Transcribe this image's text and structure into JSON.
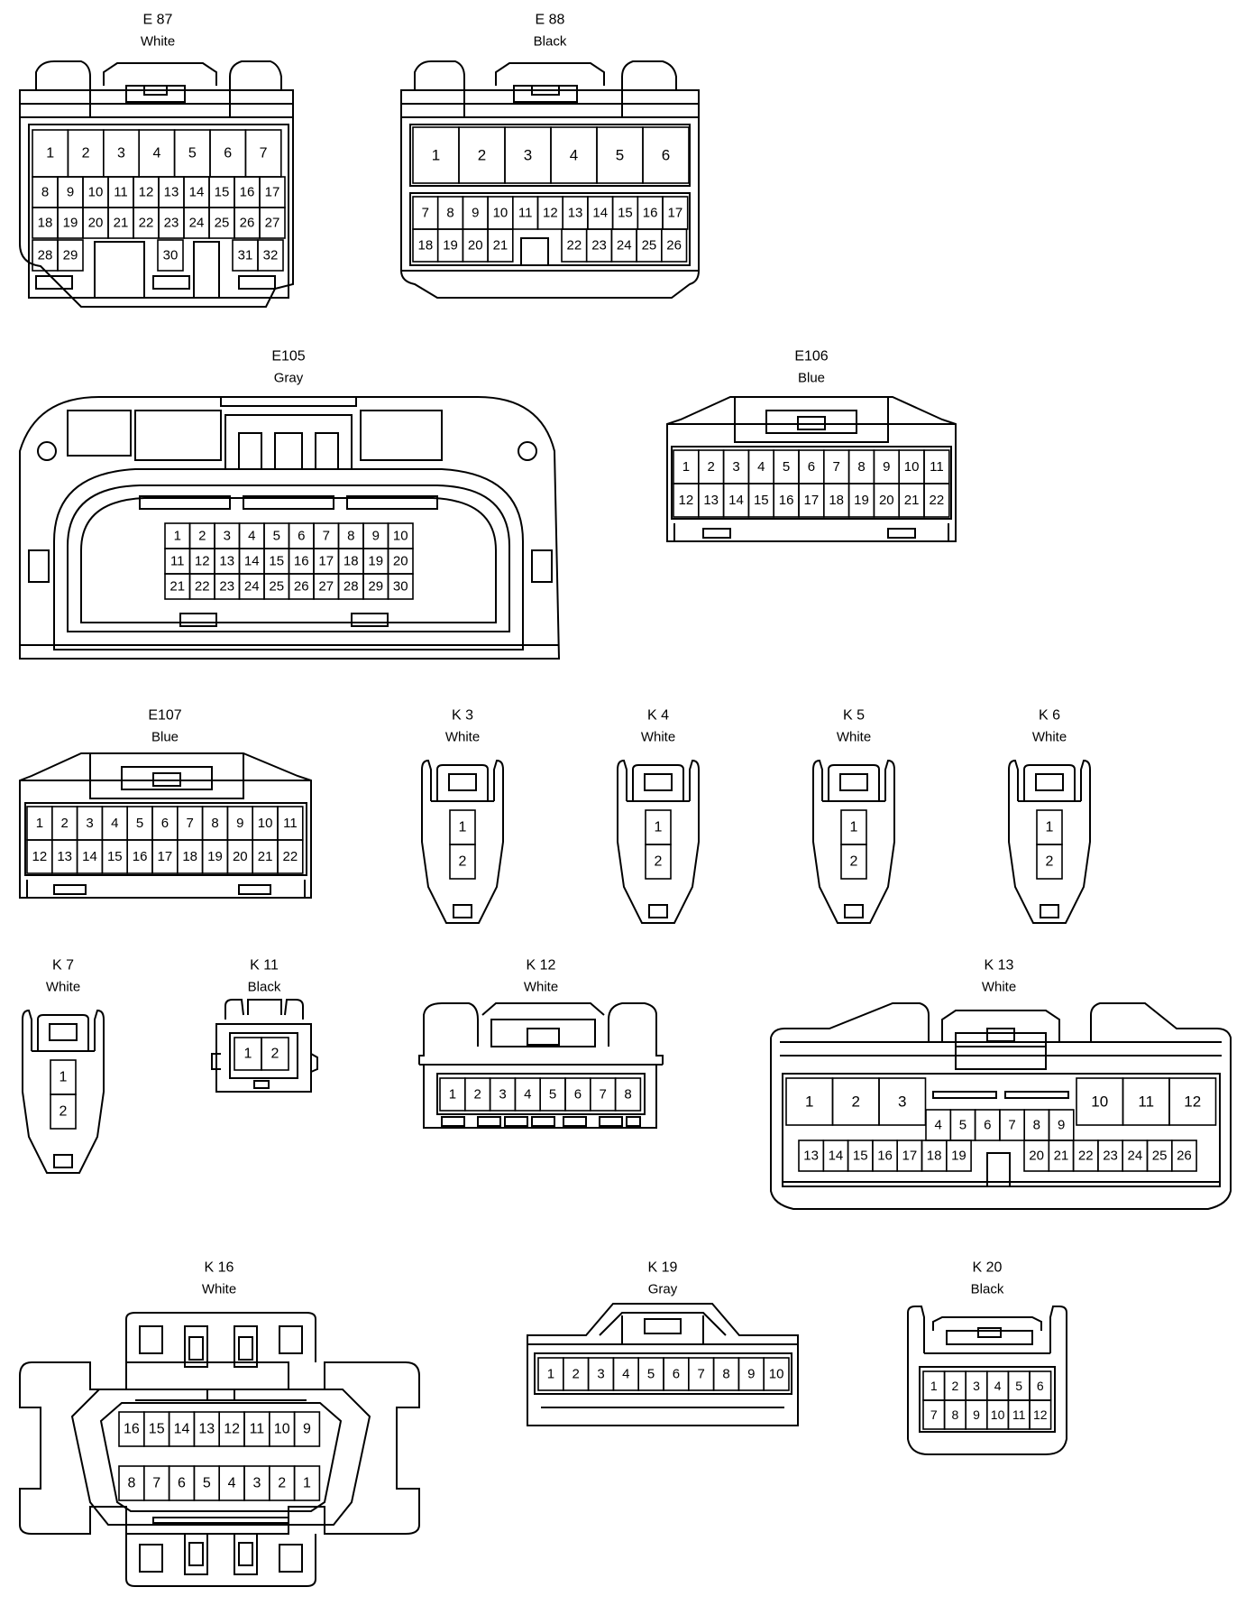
{
  "connectors": [
    {
      "id": "E87",
      "code": "E 87",
      "color": "White",
      "pin_rows": [
        [
          "1",
          "2",
          "3",
          "4",
          "5",
          "6",
          "7"
        ],
        [
          "8",
          "9",
          "10",
          "11",
          "12",
          "13",
          "14",
          "15",
          "16",
          "17"
        ],
        [
          "18",
          "19",
          "20",
          "21",
          "22",
          "23",
          "24",
          "25",
          "26",
          "27"
        ],
        [
          "28",
          "29",
          "30",
          "31",
          "32"
        ]
      ]
    },
    {
      "id": "E88",
      "code": "E 88",
      "color": "Black",
      "pin_rows": [
        [
          "1",
          "2",
          "3",
          "4",
          "5",
          "6"
        ],
        [
          "7",
          "8",
          "9",
          "10",
          "11",
          "12",
          "13",
          "14",
          "15",
          "16",
          "17"
        ],
        [
          "18",
          "19",
          "20",
          "21",
          "22",
          "23",
          "24",
          "25",
          "26"
        ]
      ]
    },
    {
      "id": "E105",
      "code": "E105",
      "color": "Gray",
      "pin_rows": [
        [
          "1",
          "2",
          "3",
          "4",
          "5",
          "6",
          "7",
          "8",
          "9",
          "10"
        ],
        [
          "11",
          "12",
          "13",
          "14",
          "15",
          "16",
          "17",
          "18",
          "19",
          "20"
        ],
        [
          "21",
          "22",
          "23",
          "24",
          "25",
          "26",
          "27",
          "28",
          "29",
          "30"
        ]
      ]
    },
    {
      "id": "E106",
      "code": "E106",
      "color": "Blue",
      "pin_rows": [
        [
          "1",
          "2",
          "3",
          "4",
          "5",
          "6",
          "7",
          "8",
          "9",
          "10",
          "11"
        ],
        [
          "12",
          "13",
          "14",
          "15",
          "16",
          "17",
          "18",
          "19",
          "20",
          "21",
          "22"
        ]
      ]
    },
    {
      "id": "E107",
      "code": "E107",
      "color": "Blue",
      "pin_rows": [
        [
          "1",
          "2",
          "3",
          "4",
          "5",
          "6",
          "7",
          "8",
          "9",
          "10",
          "11"
        ],
        [
          "12",
          "13",
          "14",
          "15",
          "16",
          "17",
          "18",
          "19",
          "20",
          "21",
          "22"
        ]
      ]
    },
    {
      "id": "K3",
      "code": "K 3",
      "color": "White",
      "pin_rows": [
        [
          "1"
        ],
        [
          "2"
        ]
      ]
    },
    {
      "id": "K4",
      "code": "K 4",
      "color": "White",
      "pin_rows": [
        [
          "1"
        ],
        [
          "2"
        ]
      ]
    },
    {
      "id": "K5",
      "code": "K 5",
      "color": "White",
      "pin_rows": [
        [
          "1"
        ],
        [
          "2"
        ]
      ]
    },
    {
      "id": "K6",
      "code": "K 6",
      "color": "White",
      "pin_rows": [
        [
          "1"
        ],
        [
          "2"
        ]
      ]
    },
    {
      "id": "K7",
      "code": "K 7",
      "color": "White",
      "pin_rows": [
        [
          "1"
        ],
        [
          "2"
        ]
      ]
    },
    {
      "id": "K11",
      "code": "K 11",
      "color": "Black",
      "pin_rows": [
        [
          "1",
          "2"
        ]
      ]
    },
    {
      "id": "K12",
      "code": "K 12",
      "color": "White",
      "pin_rows": [
        [
          "1",
          "2",
          "3",
          "4",
          "5",
          "6",
          "7",
          "8"
        ]
      ]
    },
    {
      "id": "K13",
      "code": "K 13",
      "color": "White",
      "pin_rows": [
        [
          "1",
          "2",
          "3"
        ],
        [
          "4",
          "5",
          "6",
          "7",
          "8",
          "9"
        ],
        [
          "10",
          "11",
          "12"
        ],
        [
          "13",
          "14",
          "15",
          "16",
          "17",
          "18",
          "19"
        ],
        [
          "20",
          "21",
          "22",
          "23",
          "24",
          "25",
          "26"
        ]
      ]
    },
    {
      "id": "K16",
      "code": "K 16",
      "color": "White",
      "pin_rows": [
        [
          "16",
          "15",
          "14",
          "13",
          "12",
          "11",
          "10",
          "9"
        ],
        [
          "8",
          "7",
          "6",
          "5",
          "4",
          "3",
          "2",
          "1"
        ]
      ]
    },
    {
      "id": "K19",
      "code": "K 19",
      "color": "Gray",
      "pin_rows": [
        [
          "1",
          "2",
          "3",
          "4",
          "5",
          "6",
          "7",
          "8",
          "9",
          "10"
        ]
      ]
    },
    {
      "id": "K20",
      "code": "K 20",
      "color": "Black",
      "pin_rows": [
        [
          "1",
          "2",
          "3",
          "4",
          "5",
          "6"
        ],
        [
          "7",
          "8",
          "9",
          "10",
          "11",
          "12"
        ]
      ]
    }
  ]
}
